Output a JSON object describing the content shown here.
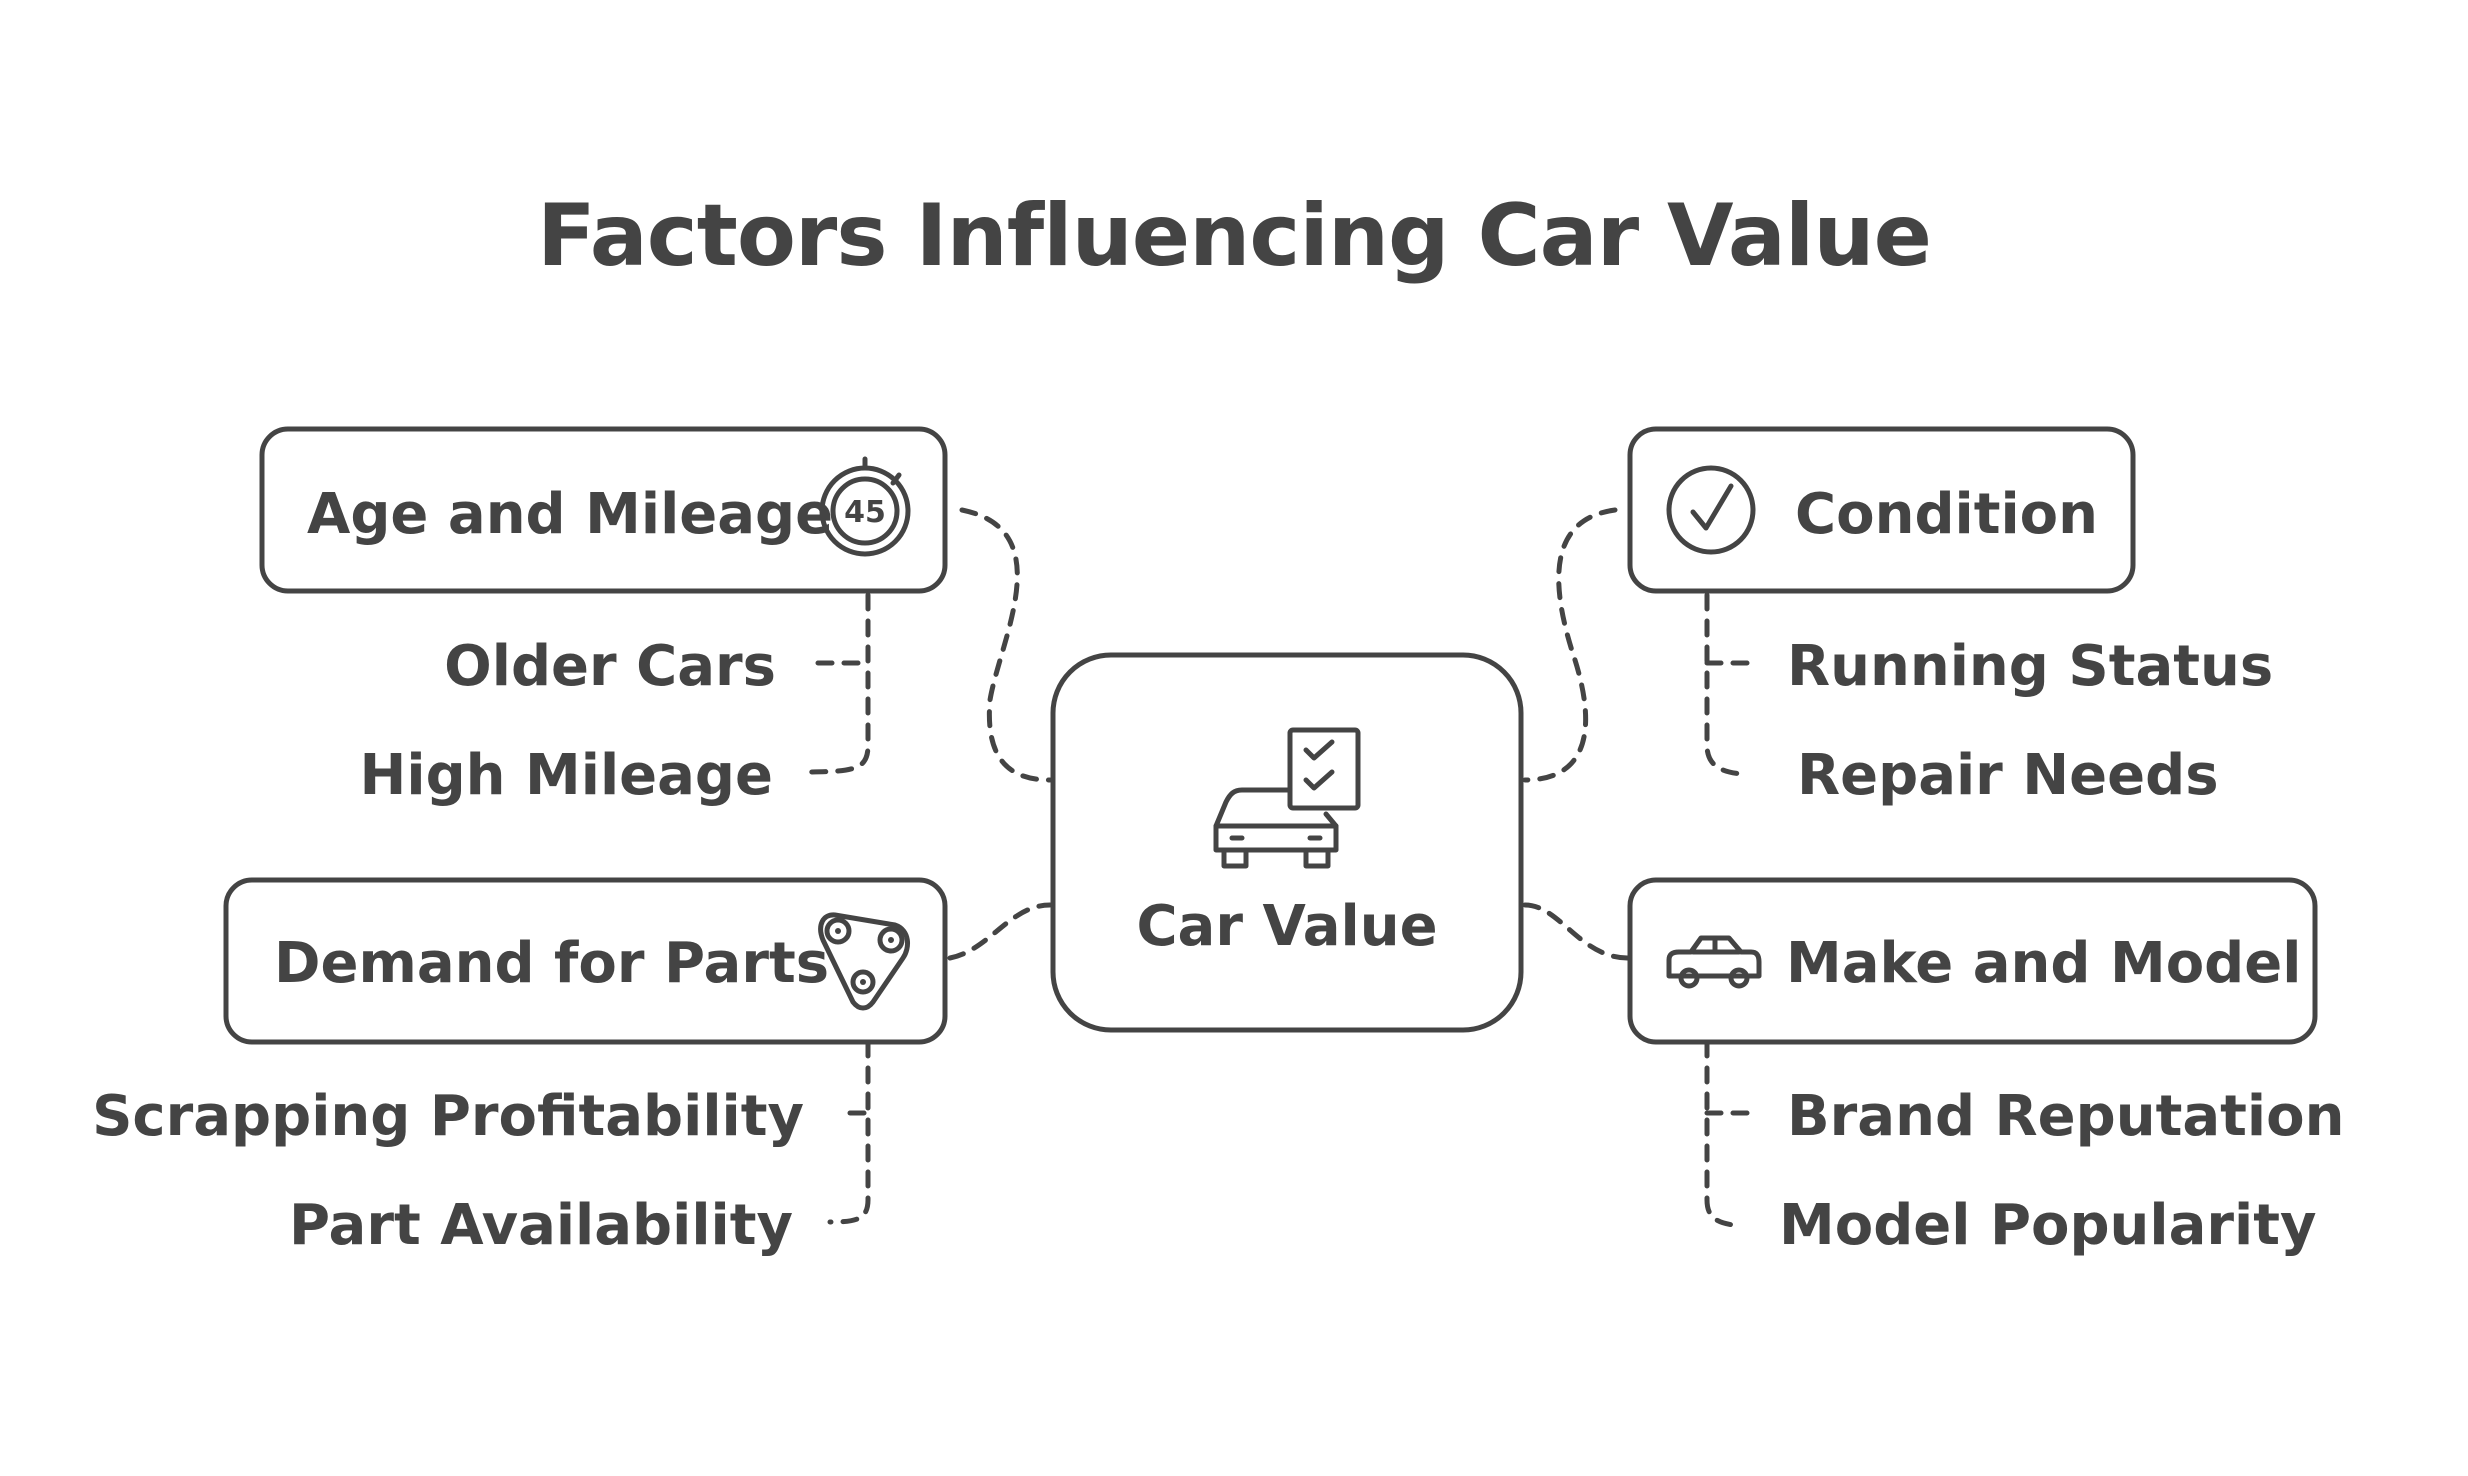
{
  "title": "Factors Influencing Car Value",
  "center": {
    "label": "Car Value",
    "icon": "car-checklist-icon"
  },
  "nodes": {
    "age_mileage": {
      "label": "Age and Mileage",
      "icon": "speedometer-icon",
      "icon_text": "45",
      "children": [
        "Older Cars",
        "High Mileage"
      ]
    },
    "demand_parts": {
      "label": "Demand for Parts",
      "icon": "gears-belt-icon",
      "children": [
        "Scrapping Profitability",
        "Part Availability"
      ]
    },
    "condition": {
      "label": "Condition",
      "icon": "checkmark-circle-icon",
      "children": [
        "Running Status",
        "Repair Needs"
      ]
    },
    "make_model": {
      "label": "Make and Model",
      "icon": "car-icon",
      "children": [
        "Brand Reputation",
        "Model Popularity"
      ]
    }
  }
}
